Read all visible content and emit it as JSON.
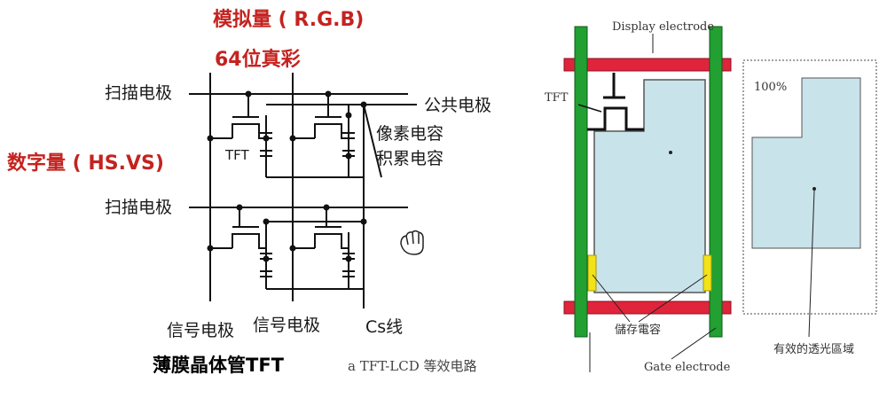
{
  "left_circuit": {
    "analog_label": "模拟量 ( R.G.B)",
    "color_depth_label": "64位真彩",
    "digital_label": "数字量 ( HS.VS)",
    "scan_electrode_1": "扫描电极",
    "scan_electrode_2": "扫描电极",
    "common_electrode": "公共电极",
    "pixel_capacitor": "像素电容",
    "storage_capacitor": "积累电容",
    "tft_label": "TFT",
    "signal_electrode_1": "信号电极",
    "signal_electrode_2": "信号电极",
    "cs_line": "Cs线",
    "tft_title": "薄膜晶体管TFT",
    "figure_caption": "a   TFT-LCD 等效电路"
  },
  "right_diagram": {
    "display_electrode": "Display electrode",
    "tft_label": "TFT",
    "storage_capacitor": "儲存電容",
    "gate_electrode": "Gate electrode",
    "percent_label": "100%",
    "effective_area": "有效的透光區域"
  },
  "colors": {
    "accent_red": "#c4231f",
    "gate_bar": "#e0243c",
    "data_bar": "#22a032",
    "pixel_fill": "#c9e3ea",
    "capacitor_fill": "#f2e21a"
  }
}
